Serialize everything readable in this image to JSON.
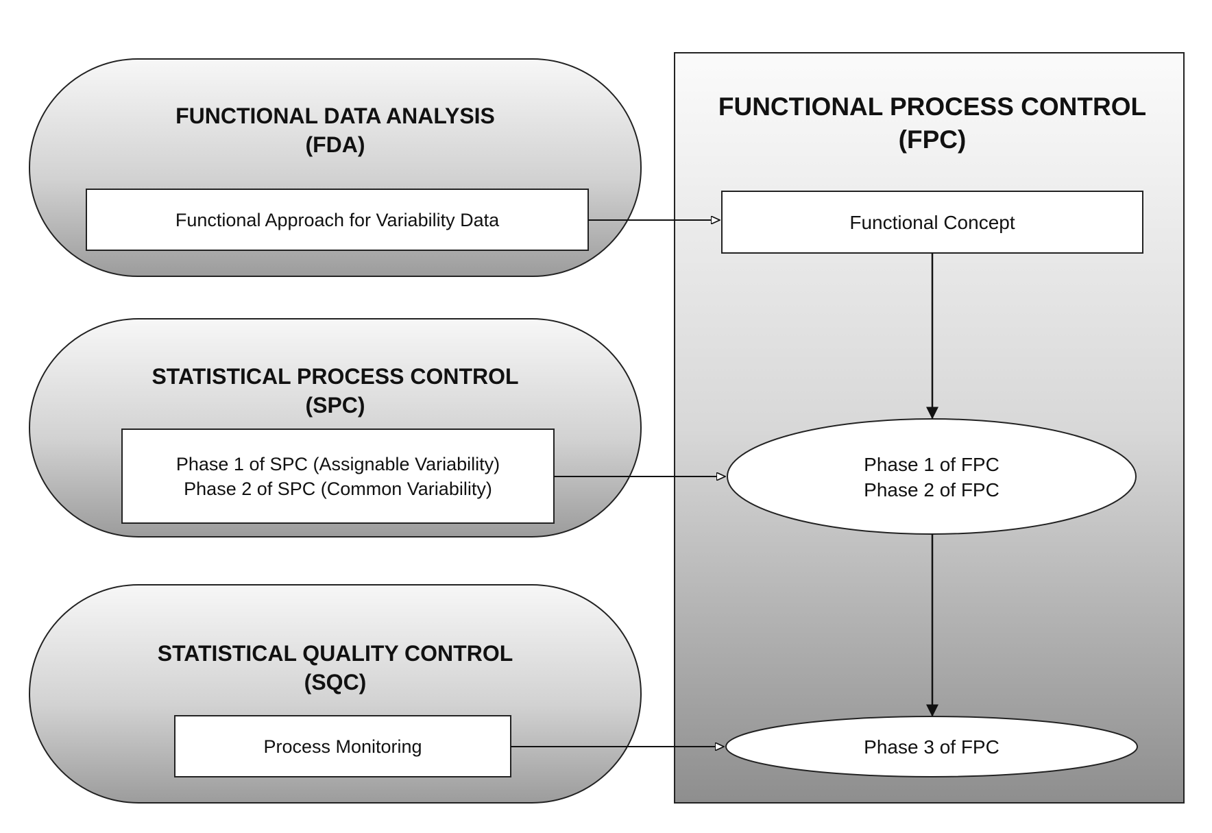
{
  "left_groups": [
    {
      "title": "FUNCTIONAL DATA ANALYSIS",
      "abbr": "(FDA)",
      "box_lines": [
        "Functional Approach for Variability Data"
      ]
    },
    {
      "title": "STATISTICAL PROCESS CONTROL",
      "abbr": "(SPC)",
      "box_lines": [
        "Phase 1 of SPC (Assignable Variability)",
        "Phase 2 of SPC (Common Variability)"
      ]
    },
    {
      "title": "STATISTICAL QUALITY CONTROL",
      "abbr": "(SQC)",
      "box_lines": [
        "Process Monitoring"
      ]
    }
  ],
  "fpc": {
    "title": "FUNCTIONAL PROCESS CONTROL",
    "abbr": "(FPC)",
    "concept": "Functional Concept",
    "phase12_lines": [
      "Phase 1 of FPC",
      "Phase 2 of FPC"
    ],
    "phase3": "Phase 3 of FPC"
  }
}
